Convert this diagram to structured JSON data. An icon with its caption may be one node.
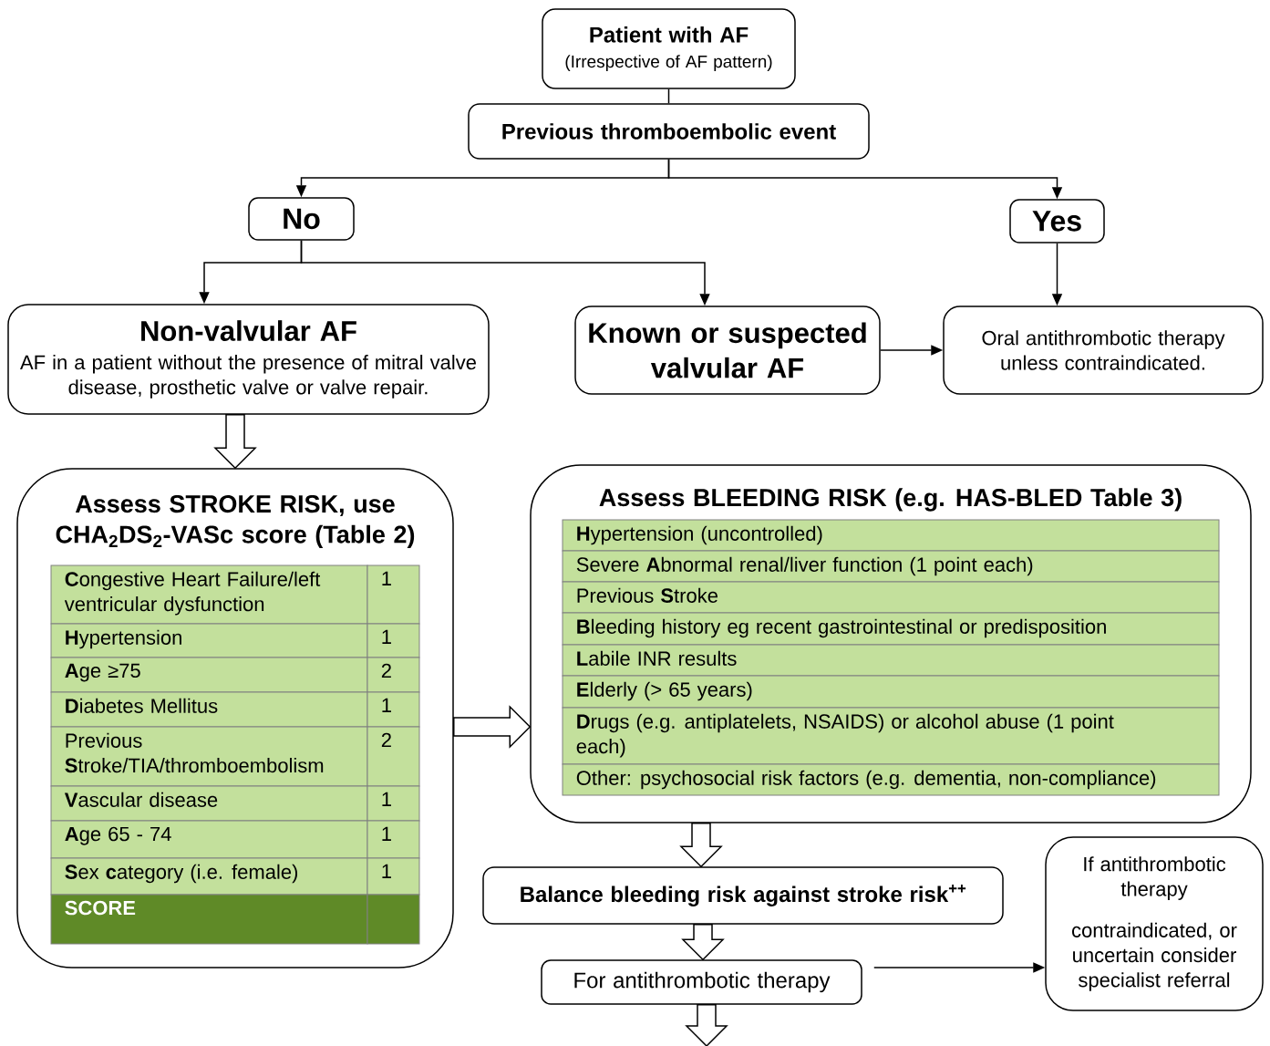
{
  "diagram": {
    "nodes": [
      {
        "text": [
          "Patient with AF",
          "(Irrespective of AF pattern)"
        ]
      },
      {
        "text": [
          "Previous thromboembolic event"
        ]
      },
      {
        "text": [
          "No"
        ]
      },
      {
        "text": [
          "Yes"
        ]
      },
      {
        "text": [
          "Non-valvular AF",
          "AF in a patient without the presence of mitral valve disease, prosthetic valve or valve repair."
        ]
      },
      {
        "text": [
          "Known or suspected valvular AF"
        ]
      },
      {
        "text": [
          "Oral antithrombotic therapy unless contraindicated."
        ]
      },
      {
        "text": [
          "Assess STROKE RISK, use CHA$_{2}$DS$_{2}$-VASc score (Table 2)",
          "**C**ongestive Heart Failure/left ventricular dysfunction",
          "1",
          "**H**ypertension",
          "1",
          "**A**ge ≥75",
          "2",
          "**D**iabetes Mellitus",
          "1",
          "Previous **S**troke/TIA/thromboembolism",
          "2",
          "**V**ascular disease",
          "1",
          "**A**ge 65 - 74",
          "1",
          "**S**ex **c**ategory (i.e. female)",
          "1",
          "SCORE"
        ]
      },
      {
        "text": [
          "Assess BLEEDING RISK (e.g. HAS-BLED Table 3)",
          "**H**ypertension (uncontrolled)",
          "Severe **A**bnormal renal/liver function (1 point each)",
          "Previous **S**troke",
          "**B**leeding history eg recent gastrointestinal or predisposition",
          "**L**abile INR results",
          "**E**lderly (> 65 years)",
          "**D**rugs (e.g. antiplatelets, NSAIDS) or alcohol abuse (1 point each)",
          "Other: psychosocial risk factors (e.g. dementia, non-compliance)"
        ]
      },
      {
        "text": [
          "Balance bleeding risk against stroke risk$^{++}$"
        ]
      },
      {
        "text": [
          "For antithrombotic therapy"
        ]
      },
      {
        "text": [
          "If antithrombotic therapy",
          "contraindicated, or uncertain consider specialist referral"
        ]
      }
    ],
    "edges": [
      {
        "from": 0,
        "to": 1,
        "arrow": "none"
      },
      {
        "from": 1,
        "to": 2,
        "arrow": "to"
      },
      {
        "from": 1,
        "to": 3,
        "arrow": "to"
      },
      {
        "from": 2,
        "to": 4,
        "arrow": "to"
      },
      {
        "from": 2,
        "to": 5,
        "arrow": "to"
      },
      {
        "from": 3,
        "to": 6,
        "arrow": "to"
      },
      {
        "from": 5,
        "to": 6,
        "arrow": "to"
      },
      {
        "from": 4,
        "to": 7,
        "arrow": "to"
      },
      {
        "from": 7,
        "to": 8,
        "arrow": "to"
      },
      {
        "from": 8,
        "to": 9,
        "arrow": "to"
      },
      {
        "from": 9,
        "to": 10,
        "arrow": "to"
      },
      {
        "from": 10,
        "to": 11,
        "arrow": "to"
      },
      {
        "from": 10,
        "to": null,
        "arrow": "to"
      }
    ]
  }
}
